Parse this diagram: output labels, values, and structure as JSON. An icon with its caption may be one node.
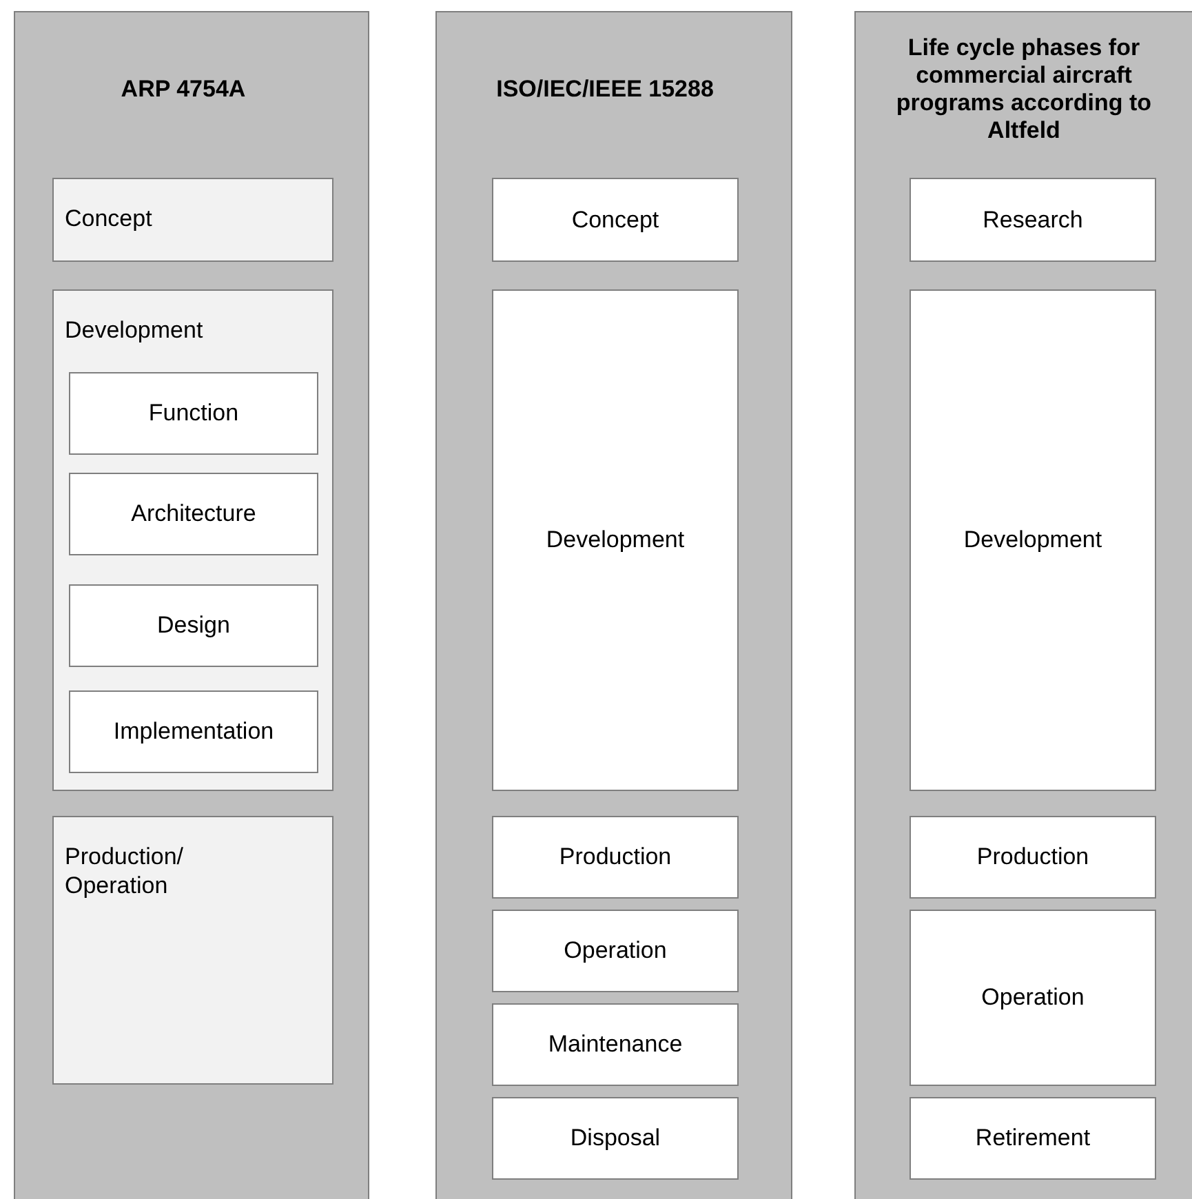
{
  "diagram": {
    "nodes": [
      {
        "text": [
          "ARP 4754A"
        ]
      },
      {
        "text": [
          "Concept"
        ],
        "in": 0
      },
      {
        "text": [
          "Development"
        ],
        "in": 0
      },
      {
        "text": [
          "Function"
        ],
        "in": 2
      },
      {
        "text": [
          "Architecture"
        ],
        "in": 2
      },
      {
        "text": [
          "Design"
        ],
        "in": 2
      },
      {
        "text": [
          "Implementation"
        ],
        "in": 2
      },
      {
        "text": [
          "Production/ Operation"
        ],
        "in": 0
      },
      {
        "text": [
          "ISO/IEC/IEEE 15288"
        ]
      },
      {
        "text": [
          "Concept"
        ],
        "in": 8
      },
      {
        "text": [
          "Development"
        ],
        "in": 8
      },
      {
        "text": [
          "Production"
        ],
        "in": 8
      },
      {
        "text": [
          "Operation"
        ],
        "in": 8
      },
      {
        "text": [
          "Maintenance"
        ],
        "in": 8
      },
      {
        "text": [
          "Disposal"
        ],
        "in": 8
      },
      {
        "text": [
          "Life cycle phases for commercial aircraft programs according to Altfeld"
        ]
      },
      {
        "text": [
          "Research"
        ],
        "in": 15
      },
      {
        "text": [
          "Development"
        ],
        "in": 15
      },
      {
        "text": [
          "Production"
        ],
        "in": 15
      },
      {
        "text": [
          "Operation"
        ],
        "in": 15
      },
      {
        "text": [
          "Retirement"
        ],
        "in": 15
      }
    ]
  }
}
